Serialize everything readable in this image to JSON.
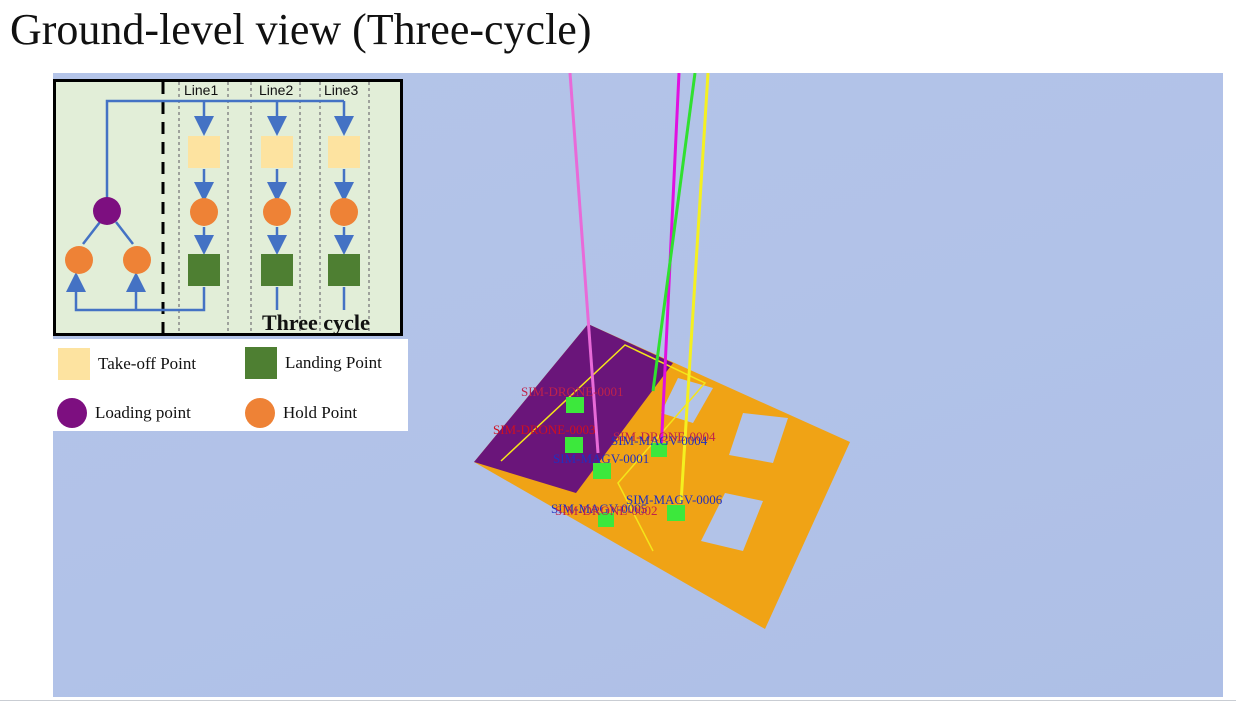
{
  "title": "Ground-level view (Three-cycle)",
  "diagram": {
    "lines": [
      "Line1",
      "Line2",
      "Line3"
    ],
    "caption": "Three cycle"
  },
  "legend": [
    {
      "key": "takeoff",
      "label": "Take-off Point",
      "shape": "square",
      "color": "#fde3a0"
    },
    {
      "key": "landing",
      "label": "Landing Point",
      "shape": "square",
      "color": "#4e7f32"
    },
    {
      "key": "loading",
      "label": "Loading point",
      "shape": "circle",
      "color": "#7d0f80"
    },
    {
      "key": "hold",
      "label": "Hold Point",
      "shape": "circle",
      "color": "#ee8236"
    }
  ],
  "simulation": {
    "labels": [
      {
        "text": "SIM-DRONE-0001",
        "color": "#c0224a"
      },
      {
        "text": "SIM-DRONE-0003",
        "color": "#d01020"
      },
      {
        "text": "SIM-DRONE-0004",
        "color": "#c0224a"
      },
      {
        "text": "SIM-MAGV-0004",
        "color": "#2030c0"
      },
      {
        "text": "SIM-MAGV-0001",
        "color": "#2030c0"
      },
      {
        "text": "SIM-MAGV-0006",
        "color": "#2030c0"
      },
      {
        "text": "SIM-MAGV-0005",
        "color": "#2030c0"
      },
      {
        "text": "SIM-DRONE-0002",
        "color": "#c0224a"
      }
    ]
  },
  "colors": {
    "arrow": "#4472c4",
    "platform_orange": "#f0a315",
    "platform_purple": "#6a157a",
    "sky": "#b2c3e8",
    "inset_bg": "#e2eed8"
  }
}
